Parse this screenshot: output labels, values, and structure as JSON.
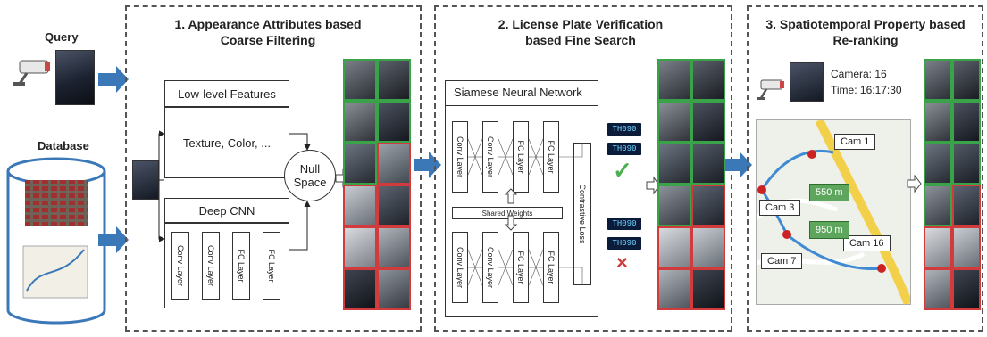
{
  "left": {
    "query_label": "Query",
    "database_label": "Database"
  },
  "panel1": {
    "title_line1": "1. Appearance Attributes based",
    "title_line2": "Coarse Filtering",
    "low_level_label": "Low-level Features",
    "texture_label": "Texture, Color, ...",
    "deep_cnn_label": "Deep CNN",
    "null_space_line1": "Null",
    "null_space_line2": "Space",
    "layers": [
      "Conv Layer",
      "Conv Layer",
      "FC Layer",
      "FC Layer"
    ]
  },
  "panel2": {
    "title_line1": "2. License Plate Verification",
    "title_line2": "based Fine Search",
    "siamese_label": "Siamese Neural Network",
    "shared_weights": "Shared Weights",
    "contrastive_loss": "Contrastive Loss",
    "layers": [
      "Conv Layer",
      "Conv Layer",
      "FC Layer",
      "FC Layer"
    ],
    "plates": [
      "TH090",
      "TH090",
      "TH090",
      "TH090"
    ],
    "check_mark": "✓",
    "cross_mark": "×"
  },
  "panel3": {
    "title_line1": "3. Spatiotemporal Property based",
    "title_line2": "Re-ranking",
    "camera_text": "Camera: 16",
    "time_text": "Time: 16:17:30",
    "cams": [
      "Cam 1",
      "Cam 3",
      "Cam 7",
      "Cam 16"
    ],
    "distances": [
      "550 m",
      "950 m"
    ]
  },
  "colors": {
    "match_border": "#3aa34a",
    "nonmatch_border": "#d23b3b",
    "flow_arrow": "#3b78b8",
    "check": "#4caf50",
    "cross": "#d23b3b"
  }
}
